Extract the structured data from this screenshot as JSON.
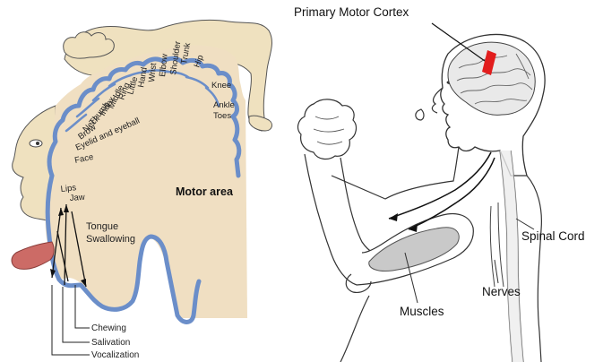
{
  "left_panel": {
    "motor_area_label": "Motor area",
    "homunculus_labels": [
      "Trunk",
      "Hip",
      "Knee",
      "Ankle",
      "Toes",
      "Shoulder",
      "Elbow",
      "Wrist",
      "Hand",
      "Little",
      "Ring",
      "Middle",
      "Index",
      "Thumb",
      "Neck",
      "Brow",
      "Eyelid and eyeball",
      "Face",
      "Lips",
      "Jaw",
      "Tongue",
      "Swallowing"
    ],
    "mouth_functions": [
      "Chewing",
      "Salivation",
      "Vocalization"
    ]
  },
  "right_panel": {
    "primary_motor_cortex_label": "Primary Motor Cortex",
    "spinal_cord_label": "Spinal Cord",
    "nerves_label": "Nerves",
    "muscles_label": "Muscles"
  },
  "colors": {
    "cortex_fill": "#f0dfc2",
    "cortex_outline": "#6b8ec9",
    "homunculus_fill": "#efe1bf",
    "tongue": "#cc6b66",
    "motor_cortex_highlight": "#e21d1d",
    "muscle_fill": "#c9c9c9"
  }
}
